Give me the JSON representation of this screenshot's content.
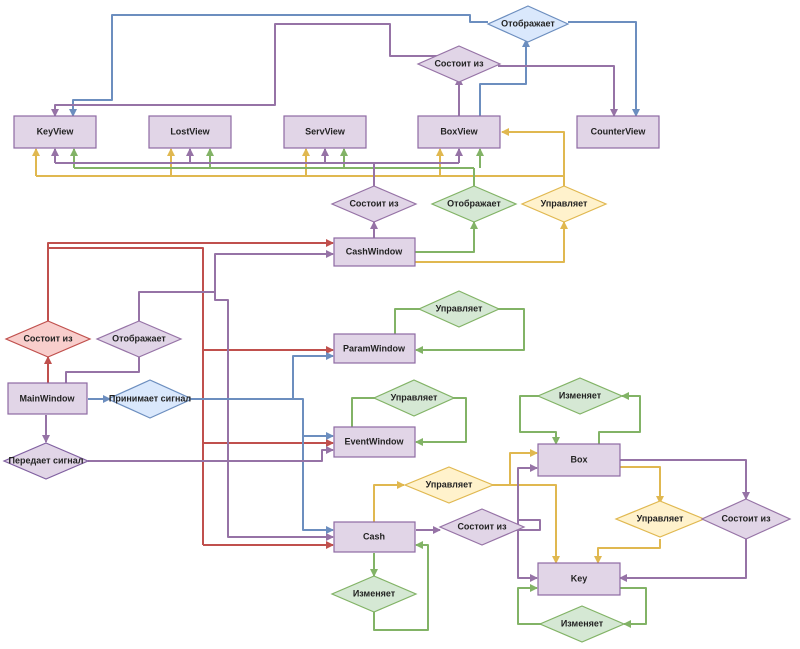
{
  "colors": {
    "entity_fill": "#e1d5e7",
    "entity_stroke": "#8e6aa3",
    "red": "#c0504d",
    "purple": "#9673a6",
    "blue": "#6c8ebf",
    "green": "#82b366",
    "yellow": "#e0b850"
  },
  "entities": {
    "keyview": "KeyView",
    "lostview": "LostView",
    "servview": "ServView",
    "boxview": "BoxView",
    "counterview": "CounterView",
    "cashwindow": "CashWindow",
    "paramwindow": "ParamWindow",
    "eventwindow": "EventWindow",
    "mainwindow": "MainWindow",
    "cash": "Cash",
    "box": "Box",
    "key": "Key"
  },
  "relations": {
    "displays_top": "Отображает",
    "consists_top": "Состоит из",
    "consists_cashwindow": "Состоит из",
    "displays_cashwindow": "Отображает",
    "manages_cashwindow": "Управляет",
    "consists_mainwindow": "Состоит из",
    "displays_mainwindow": "Отображает",
    "receives_signal": "Принимает сигнал",
    "passes_signal": "Передает сигнал",
    "manages_paramwindow": "Управляет",
    "manages_eventwindow": "Управляет",
    "manages_cash": "Управляет",
    "changes_box": "Изменяет",
    "consists_cash": "Состоит из",
    "manages_box": "Управляет",
    "consists_box": "Состоит из",
    "changes_cash": "Изменяет",
    "changes_key": "Изменяет"
  }
}
